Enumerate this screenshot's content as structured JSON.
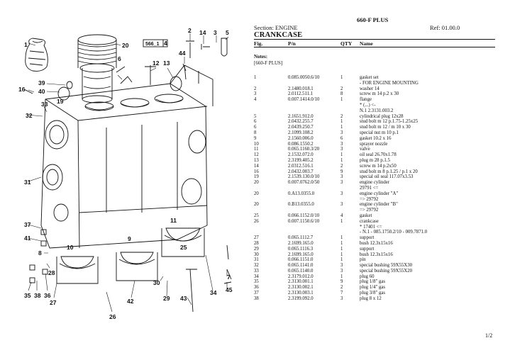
{
  "header": {
    "model": "660-F PLUS",
    "section_label": "Section: ENGINE",
    "ref_label": "Ref: 01.00.0",
    "title": "CRANKCASE"
  },
  "columns": {
    "fig": "Fig.",
    "pn": "P/n",
    "qty": "QTY",
    "name": "Name"
  },
  "notes": {
    "label": "Notes:",
    "value": "[660-F PLUS]"
  },
  "rows": [
    {
      "fig": "1",
      "pn": "0.085.0050.6/10",
      "qty": "1",
      "name": "gasket set"
    },
    {
      "fig": "",
      "pn": "",
      "qty": "",
      "name": "- FOR ENGINE MOUNTING"
    },
    {
      "fig": "2",
      "pn": "2.1480.018.1",
      "qty": "2",
      "name": "washer 14"
    },
    {
      "fig": "3",
      "pn": "2.0112.511.1",
      "qty": "8",
      "name": "screw m 14 p.2 x 30"
    },
    {
      "fig": "4",
      "pn": "0.007.1414.0/10",
      "qty": "1",
      "name": "flange"
    },
    {
      "fig": "",
      "pn": "",
      "qty": "",
      "name": "* (...) <-"
    },
    {
      "fig": "",
      "pn": "",
      "qty": "",
      "name": "N.1 2.3131.003.2"
    },
    {
      "fig": "5",
      "pn": "2.1651.912.0",
      "qty": "2",
      "name": "cylindrical plug 12x28"
    },
    {
      "fig": "6",
      "pn": "2.0432.255.7",
      "qty": "1",
      "name": "stud bolt m 12 p.1.75-1.25x25"
    },
    {
      "fig": "6",
      "pn": "2.0439.250.7",
      "qty": "1",
      "name": "stud bolt m 12 / m 10 x 30"
    },
    {
      "fig": "8",
      "pn": "2.1099.108.2",
      "qty": "3",
      "name": "special nut m 10 p.1"
    },
    {
      "fig": "9",
      "pn": "2.1560.006.0",
      "qty": "6",
      "name": "gasket 10.2 x 16"
    },
    {
      "fig": "10",
      "pn": "0.086.1550.2",
      "qty": "3",
      "name": "sprayer nozzle"
    },
    {
      "fig": "11",
      "pn": "0.065.1160.3/20",
      "qty": "3",
      "name": "valve"
    },
    {
      "fig": "12",
      "pn": "2.1532.072.0",
      "qty": "1",
      "name": "oil seal 26.70x1.78"
    },
    {
      "fig": "13",
      "pn": "2.3199.405.2",
      "qty": "1",
      "name": "plug m 28 p.1.5"
    },
    {
      "fig": "14",
      "pn": "2.0312.516.1",
      "qty": "2",
      "name": "screw m 14 p.2x50"
    },
    {
      "fig": "16",
      "pn": "2.0432.003.7",
      "qty": "9",
      "name": "stud bolt m 8 p.1.25 / p.1 x 20"
    },
    {
      "fig": "19",
      "pn": "2.1539.130.0/10",
      "qty": "3",
      "name": "special oil seal 117.07x3.53"
    },
    {
      "fig": "20",
      "pn": "0.007.0762.0/50",
      "qty": "3",
      "name": "engine cylinder"
    },
    {
      "fig": "",
      "pn": "",
      "qty": "",
      "name": "29791 <="
    },
    {
      "fig": "20",
      "pn": "0.A13.0355.0",
      "qty": "3",
      "name": "engine cylinder \"A\""
    },
    {
      "fig": "",
      "pn": "",
      "qty": "",
      "name": "=> 29792"
    },
    {
      "fig": "20",
      "pn": "0.B13.0355.0",
      "qty": "3",
      "name": "engine cylinder \"B\""
    },
    {
      "fig": "",
      "pn": "",
      "qty": "",
      "name": "=> 29792"
    },
    {
      "fig": "25",
      "pn": "0.066.1152.0/10",
      "qty": "4",
      "name": "gasket"
    },
    {
      "fig": "26",
      "pn": "0.007.1150.6/10",
      "qty": "1",
      "name": "crankcase"
    },
    {
      "fig": "",
      "pn": "",
      "qty": "",
      "name": "* 17401 <="
    },
    {
      "fig": "",
      "pn": "",
      "qty": "",
      "name": "- N.1 - 085.1750.2/10 - 009.7871.0"
    },
    {
      "fig": "27",
      "pn": "0.065.1112.7",
      "qty": "1",
      "name": "support"
    },
    {
      "fig": "28",
      "pn": "2.1699.165.0",
      "qty": "1",
      "name": "bush 12.3x15x16"
    },
    {
      "fig": "29",
      "pn": "0.065.1116.3",
      "qty": "1",
      "name": "support"
    },
    {
      "fig": "30",
      "pn": "2.1699.165.0",
      "qty": "1",
      "name": "bush 12.3x15x16"
    },
    {
      "fig": "31",
      "pn": "0.066.1151.0",
      "qty": "1",
      "name": "pin"
    },
    {
      "fig": "32",
      "pn": "0.065.1141.0",
      "qty": "3",
      "name": "special bushing 59X55X30"
    },
    {
      "fig": "33",
      "pn": "0.065.1140.0",
      "qty": "3",
      "name": "special bushing 59X55X20"
    },
    {
      "fig": "34",
      "pn": "2.3179.012.0",
      "qty": "1",
      "name": "plug 60"
    },
    {
      "fig": "35",
      "pn": "2.3130.001.1",
      "qty": "9",
      "name": "plug 1/8\" gas"
    },
    {
      "fig": "36",
      "pn": "2.3130.002.1",
      "qty": "2",
      "name": "plug 1/4\" gas"
    },
    {
      "fig": "37",
      "pn": "2.3130.003.1",
      "qty": "7",
      "name": "plug 3/8\" gas"
    },
    {
      "fig": "38",
      "pn": "2.3199.092.0",
      "qty": "3",
      "name": "plug 8 x 12"
    }
  ],
  "page": "1/2",
  "diagram": {
    "callouts": [
      "1",
      "2",
      "14",
      "3",
      "5",
      "566_1",
      "4",
      "20",
      "44",
      "12",
      "13",
      "6",
      "16",
      "40",
      "39",
      "19",
      "33",
      "32",
      "31",
      "37",
      "41",
      "8",
      "10",
      "9",
      "11",
      "25",
      "28",
      "35",
      "38",
      "36",
      "27",
      "42",
      "26",
      "30",
      "29",
      "43",
      "34",
      "45",
      "7"
    ]
  }
}
